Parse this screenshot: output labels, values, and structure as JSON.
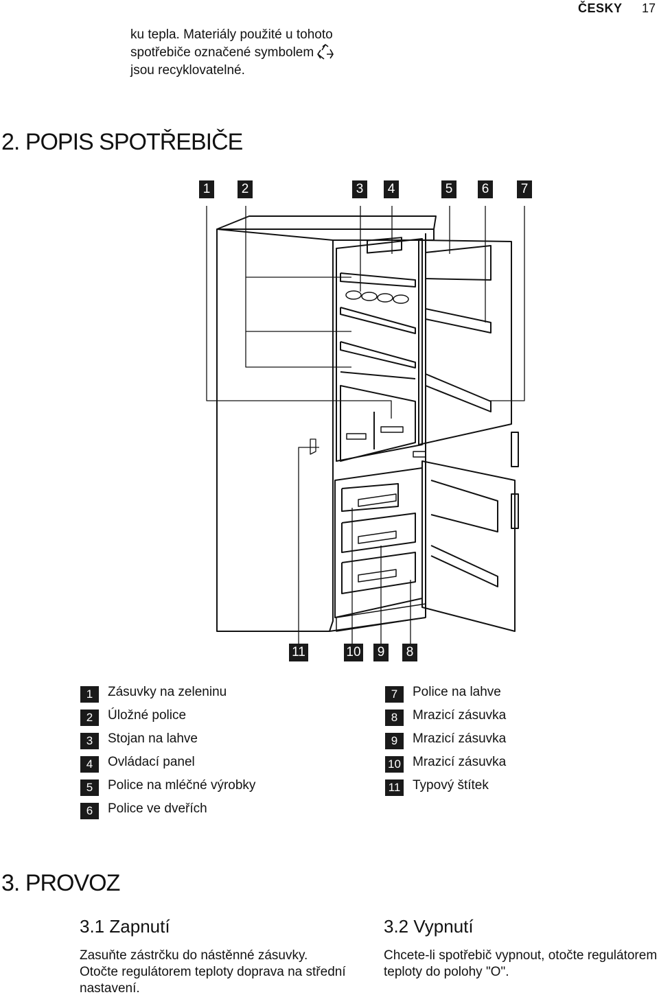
{
  "header": {
    "language": "ČESKY",
    "page_number": "17"
  },
  "intro": {
    "line1": "ku tepla. Materiály použité u tohoto",
    "line2": "spotřebiče označené symbolem",
    "line3": "jsou recyklovatelné.",
    "icon": "recycle-icon"
  },
  "section2": {
    "number": "2.",
    "title": "POPIS SPOTŘEBIČE",
    "diagram": {
      "top_callouts": [
        "1",
        "2",
        "3",
        "4",
        "5",
        "6",
        "7"
      ],
      "bottom_callouts": [
        "11",
        "10",
        "9",
        "8"
      ]
    },
    "legend_left": [
      {
        "num": "1",
        "label": "Zásuvky na zeleninu"
      },
      {
        "num": "2",
        "label": "Úložné police"
      },
      {
        "num": "3",
        "label": "Stojan na lahve"
      },
      {
        "num": "4",
        "label": "Ovládací panel"
      },
      {
        "num": "5",
        "label": "Police na mléčné výrobky"
      },
      {
        "num": "6",
        "label": "Police ve dveřích"
      }
    ],
    "legend_right": [
      {
        "num": "7",
        "label": "Police na lahve"
      },
      {
        "num": "8",
        "label": "Mrazicí zásuvka"
      },
      {
        "num": "9",
        "label": "Mrazicí zásuvka"
      },
      {
        "num": "10",
        "label": "Mrazicí zásuvka"
      },
      {
        "num": "11",
        "label": "Typový štítek"
      }
    ]
  },
  "section3": {
    "number": "3.",
    "title": "PROVOZ",
    "sub1": {
      "number": "3.1",
      "title": "Zapnutí",
      "line1": "Zasuňte zástrčku do nástěnné zásuvky.",
      "line2": "Otočte regulátorem teploty doprava na střední",
      "line3": "nastavení."
    },
    "sub2": {
      "number": "3.2",
      "title": "Vypnutí",
      "line1": "Chcete-li spotřebič vypnout, otočte regulátorem",
      "line2": "teploty do polohy \"O\"."
    }
  }
}
